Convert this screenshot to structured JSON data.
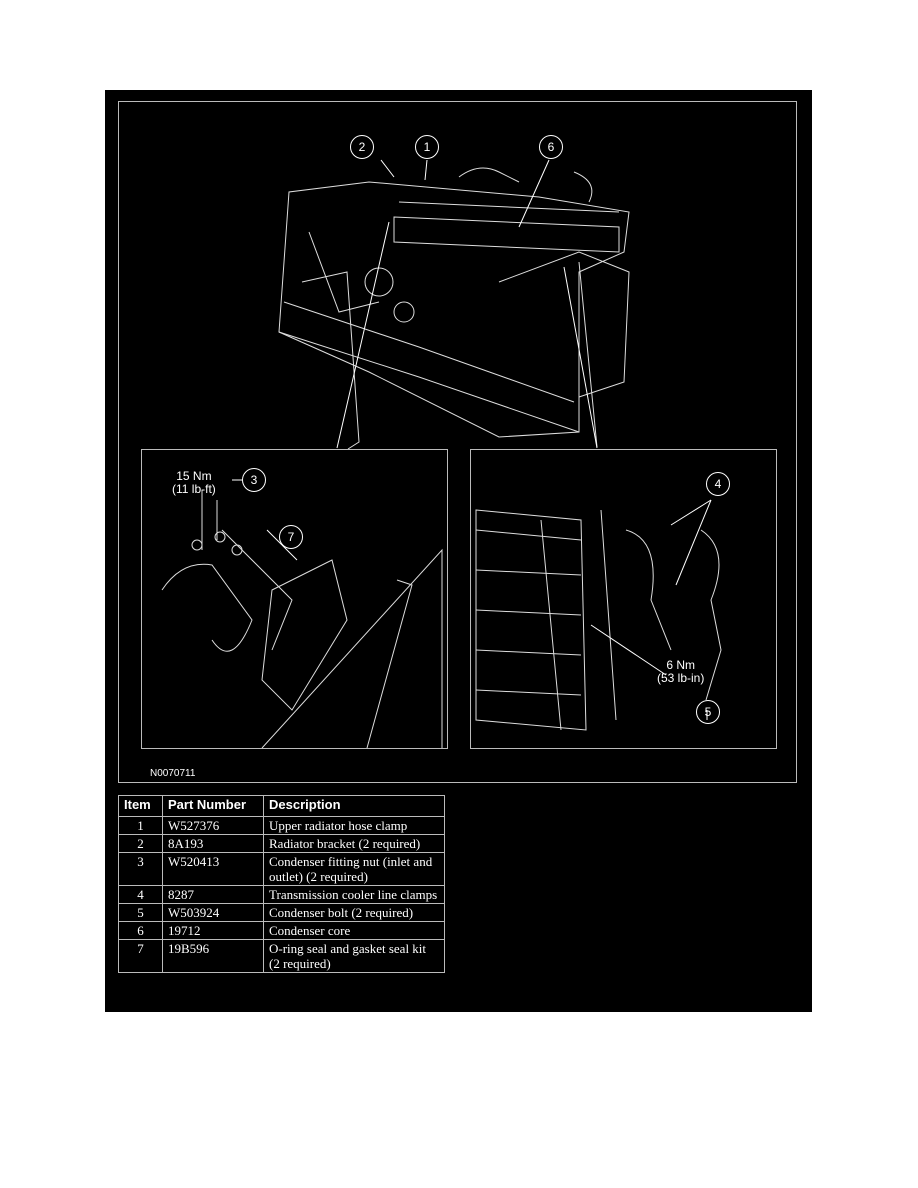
{
  "figure": {
    "id": "N0070711",
    "callouts": [
      "1",
      "2",
      "3",
      "4",
      "5",
      "6",
      "7"
    ],
    "torque_left": {
      "line1": "15 Nm",
      "line2": "(11 lb-ft)"
    },
    "torque_right": {
      "line1": "6 Nm",
      "line2": "(53 lb-in)"
    }
  },
  "table": {
    "headers": [
      "Item",
      "Part Number",
      "Description"
    ],
    "rows": [
      {
        "item": "1",
        "part": "W527376",
        "desc": "Upper radiator hose clamp"
      },
      {
        "item": "2",
        "part": "8A193",
        "desc": "Radiator bracket (2 required)"
      },
      {
        "item": "3",
        "part": "W520413",
        "desc": "Condenser fitting nut (inlet and outlet) (2 required)"
      },
      {
        "item": "4",
        "part": "8287",
        "desc": "Transmission cooler line clamps"
      },
      {
        "item": "5",
        "part": "W503924",
        "desc": "Condenser bolt (2 required)"
      },
      {
        "item": "6",
        "part": "19712",
        "desc": "Condenser core"
      },
      {
        "item": "7",
        "part": "19B596",
        "desc": "O-ring seal and gasket seal kit (2 required)"
      }
    ]
  }
}
